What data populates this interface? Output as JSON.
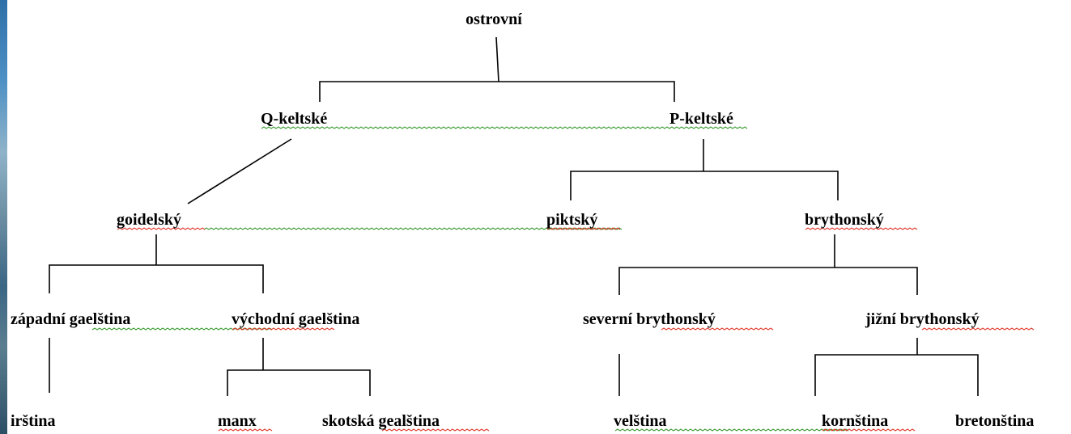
{
  "nodes": {
    "root": "ostrovní",
    "q_celtic": "Q-keltské",
    "p_celtic": "P-keltské",
    "goidelic": "goidelský",
    "pictish": "piktský",
    "brythonic": "brythonský",
    "west_gaelic": "západní gaelština",
    "east_gaelic": "východní gaelština",
    "north_brythonic": "severní brythonský",
    "south_brythonic": "jižní brythonský",
    "irish": "irština",
    "manx": "manx",
    "scottish_gaelic": "skotská gealština",
    "welsh": "velština",
    "cornish": "kornština",
    "breton": "bretonština"
  }
}
